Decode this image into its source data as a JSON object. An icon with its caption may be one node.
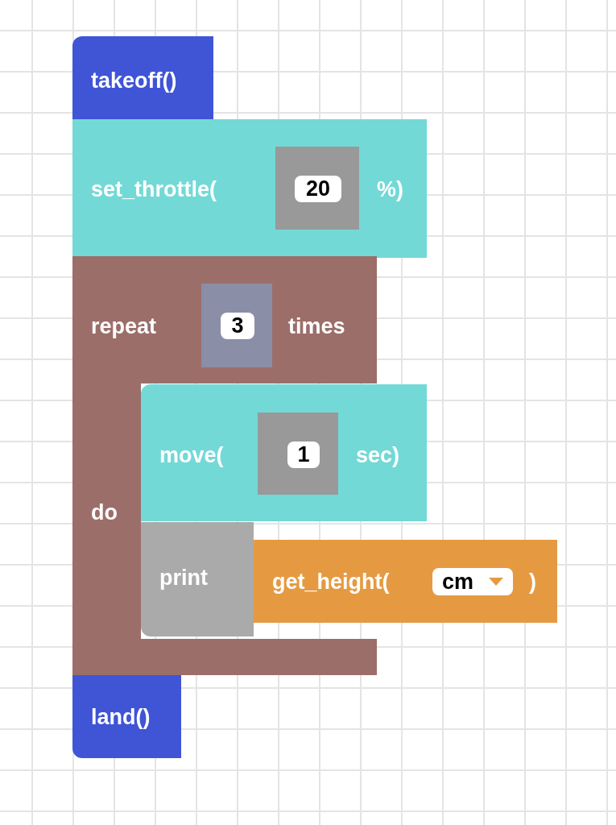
{
  "diagram": {
    "nodes": [
      {
        "text": [
          "takeoff()"
        ]
      },
      {
        "text": [
          "set_throttle(",
          "%)"
        ]
      },
      {
        "text": [
          "20"
        ],
        "in": 1
      },
      {
        "text": [
          "repeat",
          "times",
          "do"
        ]
      },
      {
        "text": [
          "3"
        ],
        "in": 3
      },
      {
        "text": [
          "move(",
          "sec)"
        ]
      },
      {
        "text": [
          "1"
        ],
        "in": 5
      },
      {
        "text": [
          "print"
        ],
        "in": 3
      },
      {
        "text": [
          "get_height(",
          ")"
        ]
      },
      {
        "text": [
          "cm"
        ],
        "in": 8
      },
      {
        "text": [
          "land()"
        ]
      }
    ]
  }
}
